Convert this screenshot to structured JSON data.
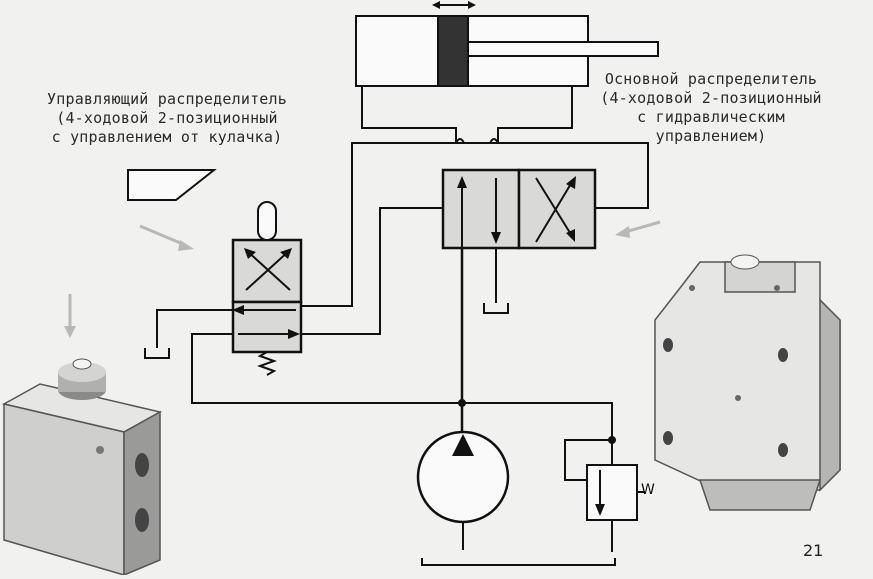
{
  "labels": {
    "pilot_valve": [
      "Управляющий распределитель",
      "(4-ходовой 2-позиционный",
      "с управлением от кулачка)"
    ],
    "main_valve": [
      "Основной распределитель",
      "(4-ходовой 2-позиционный",
      "с гидравлическим",
      "управлением)"
    ],
    "spring_symbol": "W",
    "page_number": "21"
  },
  "colors": {
    "line": "#111111",
    "background": "#f1f1ef",
    "body_light": "#e6e6e4",
    "body_mid": "#c9c9c7",
    "body_dark": "#9a9a98"
  }
}
